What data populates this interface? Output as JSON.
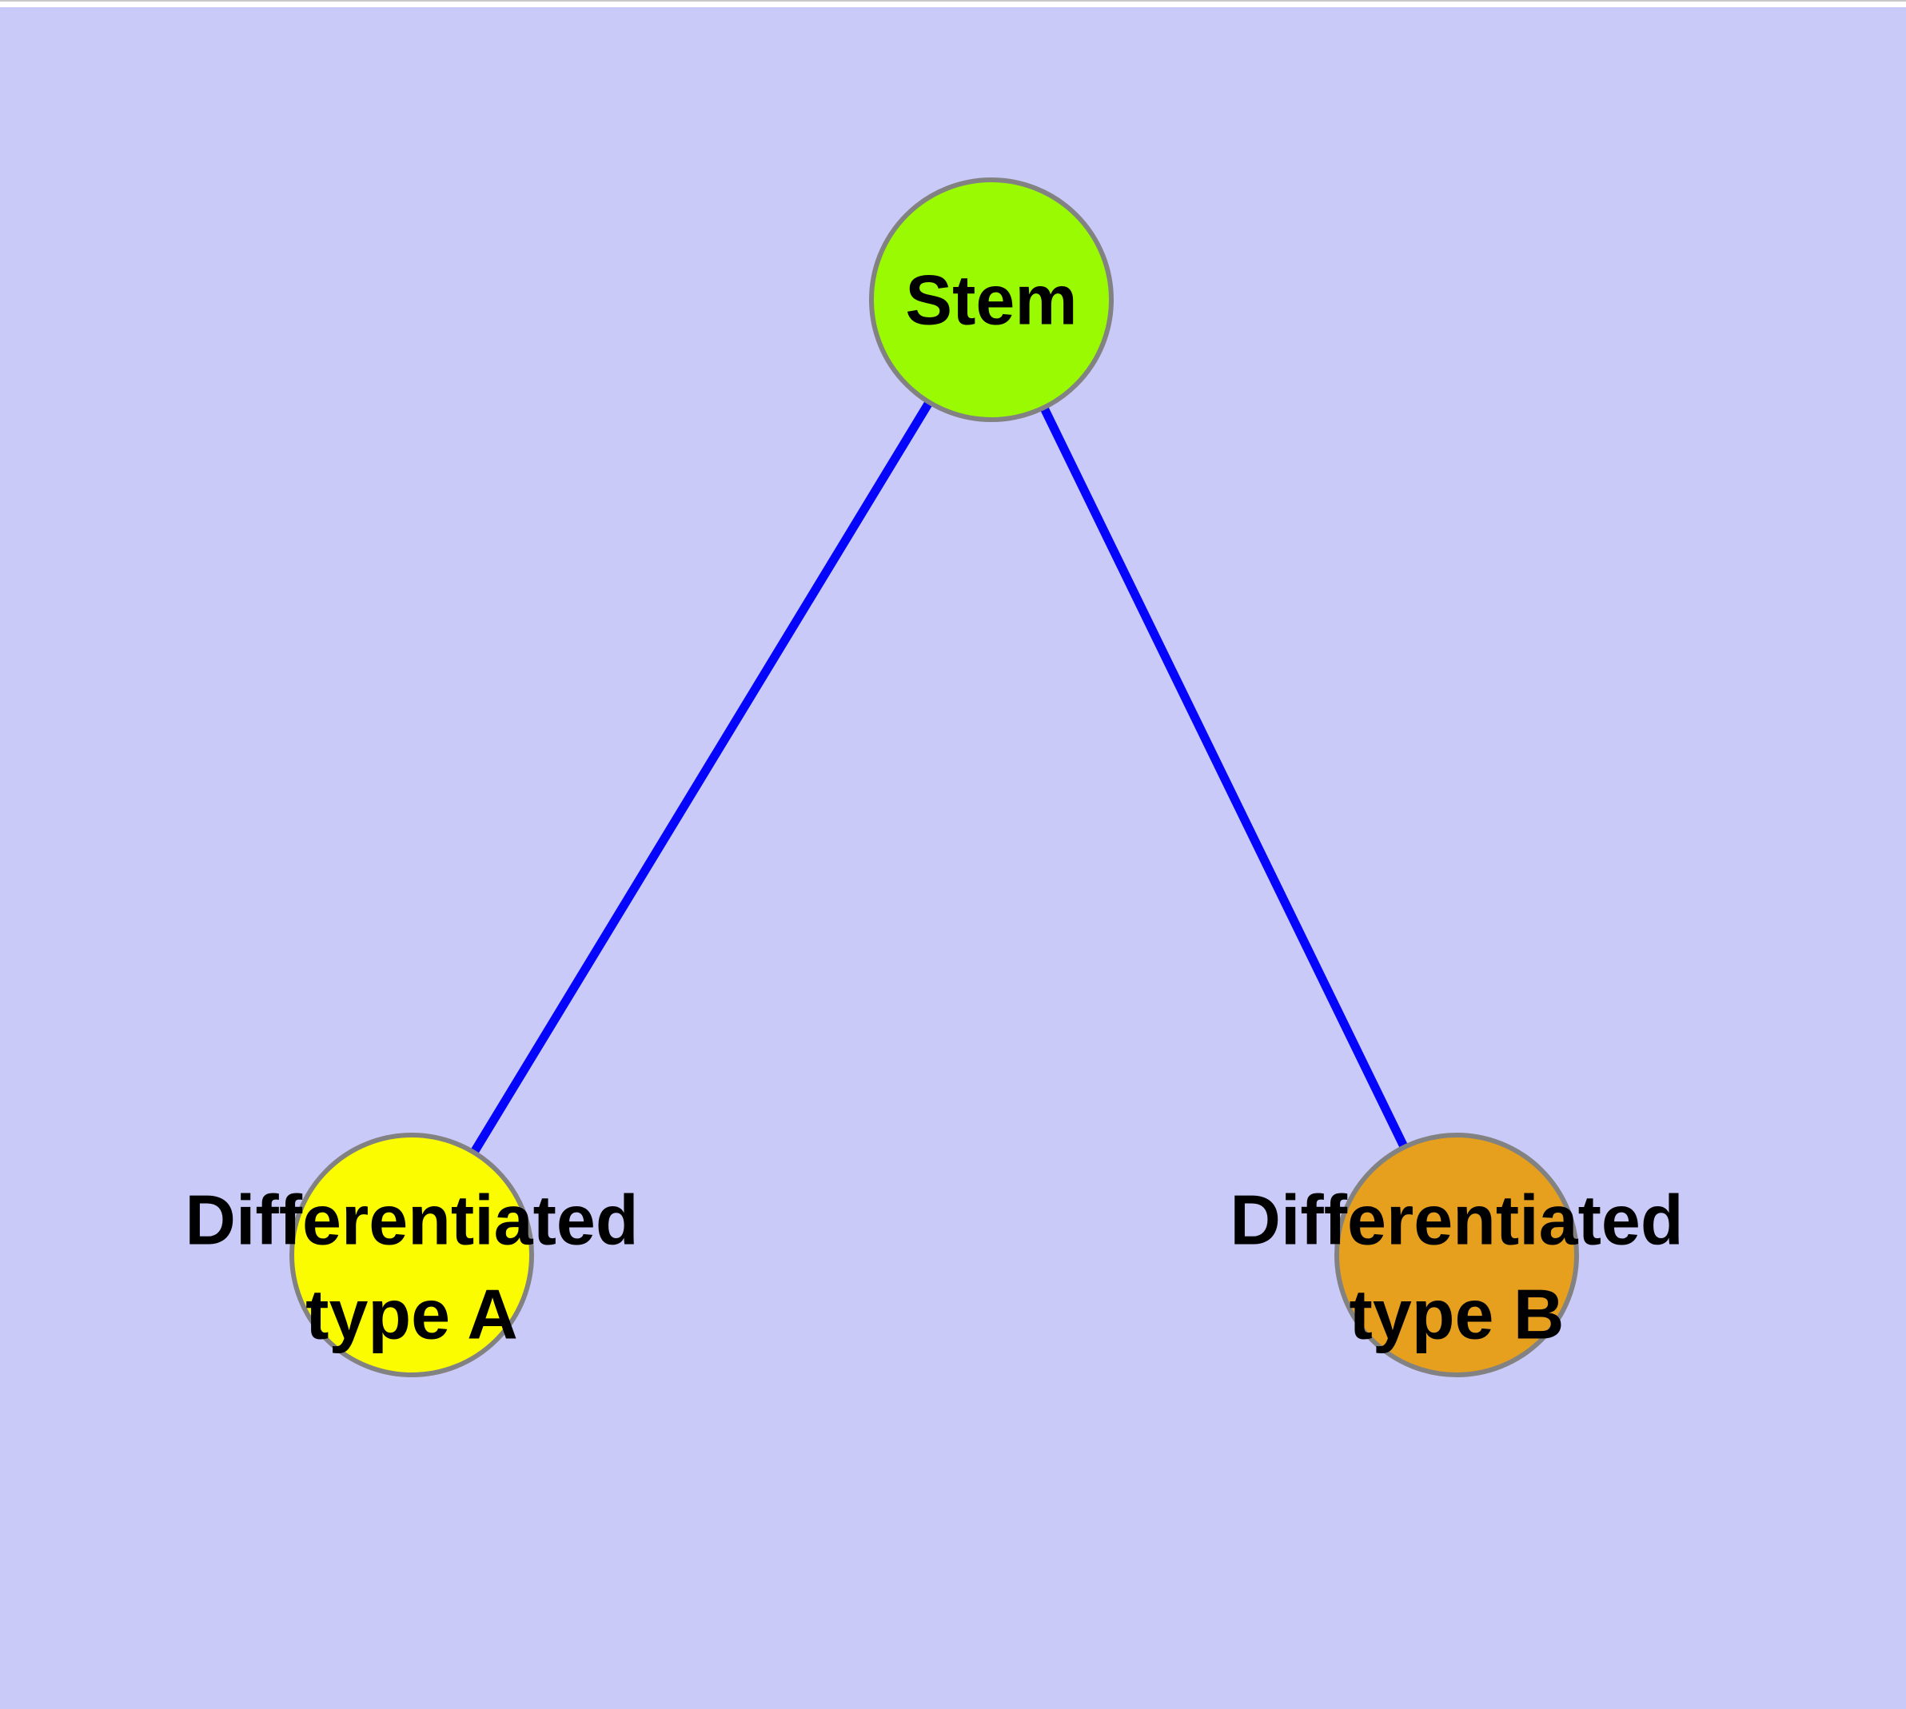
{
  "canvas": {
    "background_color": "#CACAF8",
    "top_strip_color": "#FFFFFF",
    "top_strip_border_color": "#C9C9C9"
  },
  "nodes": [
    {
      "id": "stem",
      "label_lines": [
        "Stem"
      ],
      "fill_color": "#9AFA02",
      "border_color": "#828282",
      "text_color": "#000000"
    },
    {
      "id": "differentiated-type-a",
      "label_lines": [
        "Differentiated",
        "type A"
      ],
      "fill_color": "#FCFC00",
      "border_color": "#828282",
      "text_color": "#000000"
    },
    {
      "id": "differentiated-type-b",
      "label_lines": [
        "Differentiated",
        "type B"
      ],
      "fill_color": "#E6A01E",
      "border_color": "#828282",
      "text_color": "#000000"
    }
  ],
  "edges": [
    {
      "from": "stem",
      "to": "differentiated-type-a",
      "color": "#0505FB"
    },
    {
      "from": "stem",
      "to": "differentiated-type-b",
      "color": "#0505FB"
    }
  ]
}
